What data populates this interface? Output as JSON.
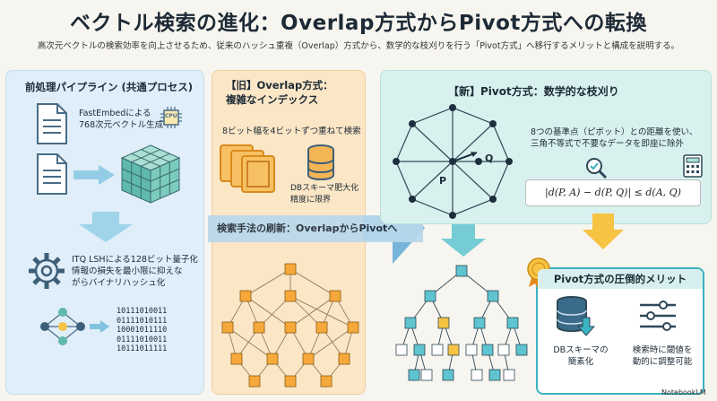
{
  "title": "ベクトル検索の進化：Overlap方式からPivot方式への転換",
  "subtitle": "高次元ベクトルの検索効率を向上させるため、従来のハッシュ重複（Overlap）方式から、数学的な枝刈りを行う「Pivot方式」へ移行するメリットと構成を説明する。",
  "left": {
    "header": "前処理パイプライン (共通プロセス)",
    "fastembed_text": "FastEmbedによる\n768次元ベクトル生成",
    "cpu_label": "CPU",
    "itq_text": "ITQ LSHによる128ビット量子化\n情報の損失を最小限に抑えな\nがらバイナリハッシュ化",
    "bits": [
      "10111010011",
      "01111010111",
      "10001011110",
      "01111010011",
      "10111011111"
    ]
  },
  "middle": {
    "header": "【旧】Overlap方式：\n複雑なインデックス",
    "overlap_text": "8ビット幅を4ビットずつ重ねて検索",
    "db_text": "DBスキーマ肥大化\n精度に限界"
  },
  "right": {
    "header": "【新】Pivot方式：数学的な枝刈り",
    "pivot_text": "8つの基準点（ピボット）との距離を使い、\n三角不等式で不要なデータを即座に除外",
    "label_p": "P",
    "label_q": "Q",
    "formula": "|d(P, A) − d(P, Q)| ≤ d(A, Q)"
  },
  "banner": "検索手法の刷新：OverlapからPivotへ",
  "merit": {
    "header": "Pivot方式の圧倒的メリット",
    "item1": "DBスキーマの\n簡素化",
    "item2": "検索時に閾値を\n動的に調整可能"
  },
  "credit": "NotebookLM",
  "colors": {
    "teal": "#3ab2bf",
    "orange": "#f0a43a",
    "blue": "#5fa9d6",
    "yellow": "#f6c343"
  }
}
